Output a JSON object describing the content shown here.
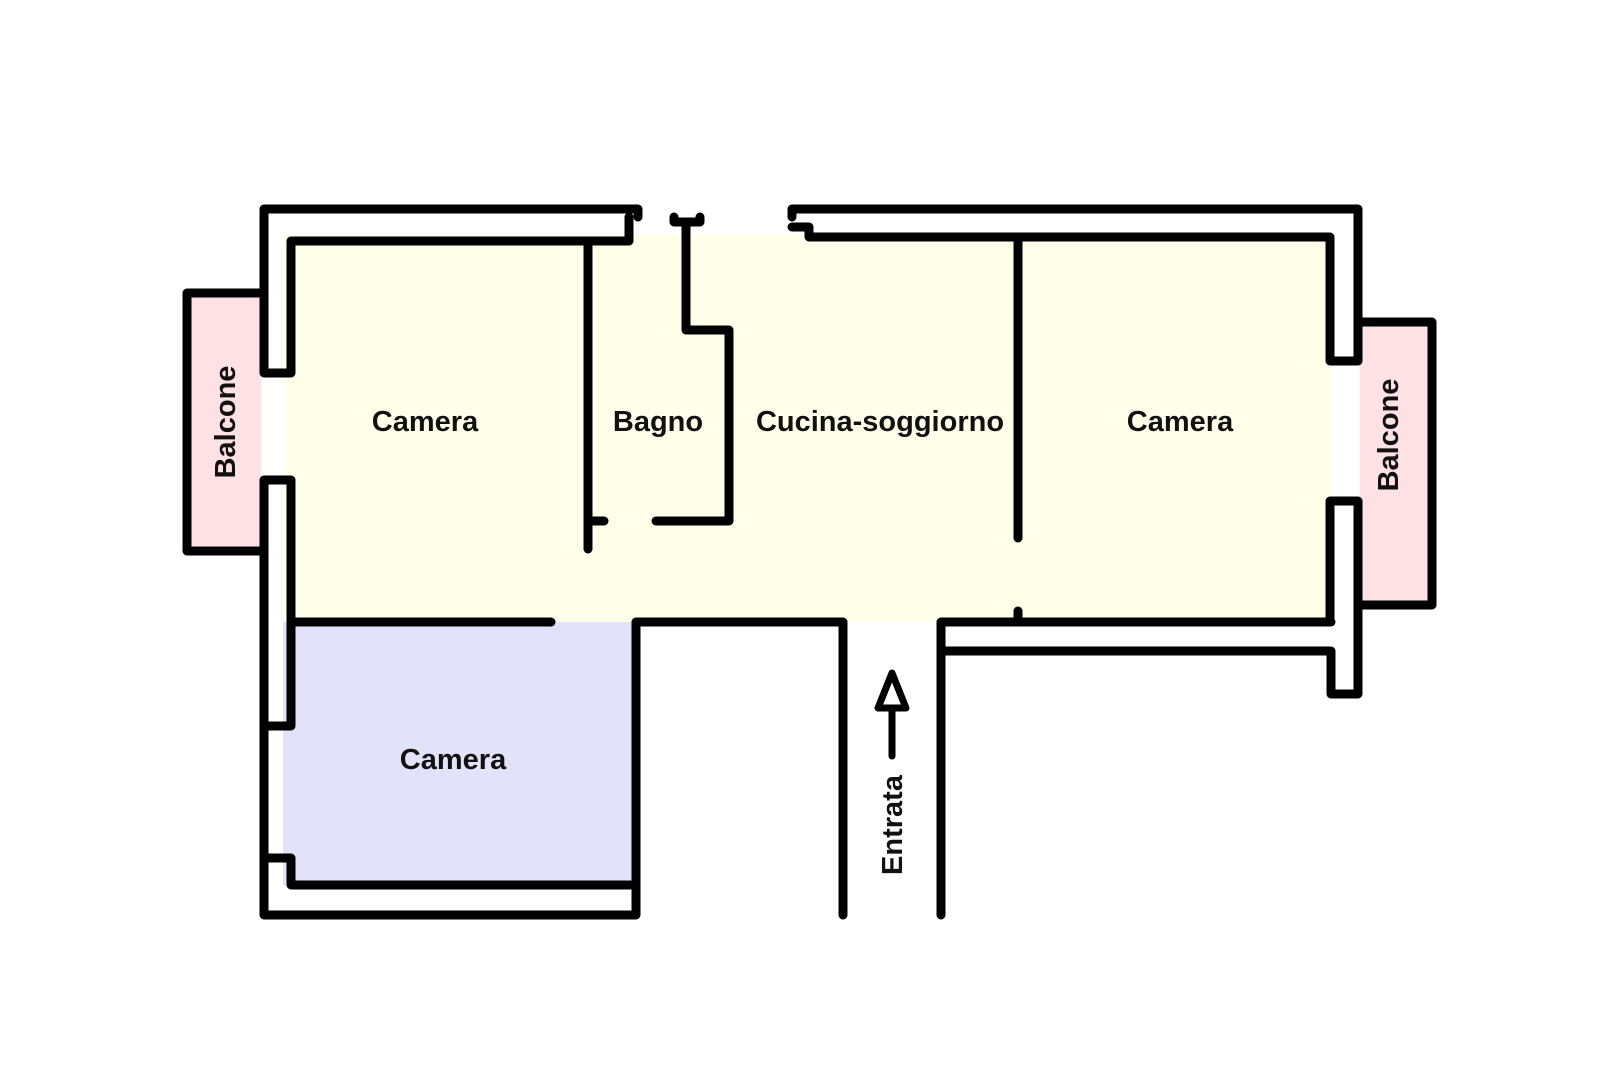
{
  "colors": {
    "living_zone": "#ffffea",
    "bedroom_bottom": "#e2e2fb",
    "balcony": "#fde1e4",
    "wall": "#000000"
  },
  "rooms": {
    "camera_left": "Camera",
    "bagno": "Bagno",
    "cucina": "Cucina-soggiorno",
    "camera_right": "Camera",
    "camera_bottom": "Camera"
  },
  "balconies": {
    "left": "Balcone",
    "right": "Balcone"
  },
  "entrance": {
    "label": "Entrata",
    "icon": "arrow-up-icon"
  }
}
